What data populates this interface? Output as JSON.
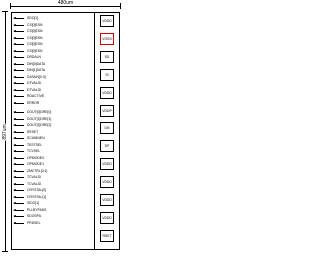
{
  "dimension_width": "480um",
  "dimension_height": "897um",
  "accent_pad_color": "#d40000",
  "pins_group1": [
    "SDO[1]",
    "CS[0]ESN",
    "CS[0]ESN",
    "CS[0]ESN",
    "CS[0]ESN",
    "CS[0]ESN",
    "DRDALN",
    "DIN[0]DATA",
    "DIN[1]DATA",
    "DATAIN[0:3]",
    "DTVALID",
    "DTVALID",
    "RDACTIVE",
    "ERROR"
  ],
  "pins_group2": [
    "DOUT[0]DRE[0]",
    "DOUT[1]DRE[1]",
    "DOUT[2]DRE[2]",
    "RESET",
    "SCANINEN",
    "TESTSEL",
    "TCVSEL",
    "OPMODE0",
    "OPMODE1",
    "ZMCTRL[0:1]",
    "TCVALID",
    "TCVALID",
    "CRYSTAL[0]",
    "CRYSTAL[1]",
    "SIDO[1]",
    "PLLBYPASS",
    "SDOSPU",
    "PRDSEL"
  ],
  "pads": [
    {
      "label": "VDDD",
      "highlight": false
    },
    {
      "label": "VGSS",
      "highlight": true
    },
    {
      "label": "SD",
      "highlight": false
    },
    {
      "label": "SI",
      "highlight": false
    },
    {
      "label": "VDDD",
      "highlight": false
    },
    {
      "label": "VDDP",
      "highlight": false
    },
    {
      "label": "DN",
      "highlight": false
    },
    {
      "label": "DP",
      "highlight": false
    },
    {
      "label": "VDDD",
      "highlight": false
    },
    {
      "label": "VDDD",
      "highlight": false
    },
    {
      "label": "VDDD",
      "highlight": false
    },
    {
      "label": "VDDD",
      "highlight": false
    },
    {
      "label": "RSET",
      "highlight": false
    }
  ]
}
